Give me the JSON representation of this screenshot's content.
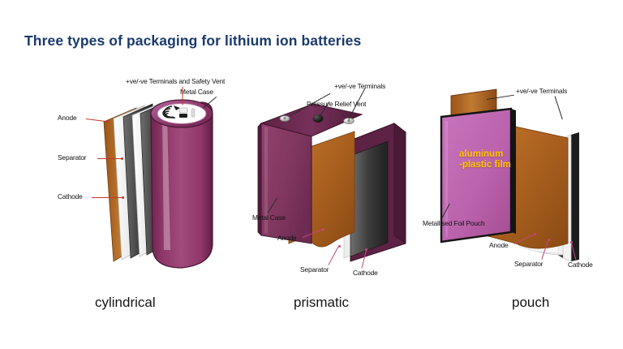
{
  "page": {
    "title": "Three types of packaging for lithium ion batteries",
    "background_color": "#ffffff",
    "title_color": "#1a3a6b"
  },
  "colors": {
    "magenta_body": "#8e3668",
    "magenta_light": "#a8518a",
    "orchid_film": "#c06ab4",
    "prismatic_face": "#8d3f6e",
    "prismatic_side": "#6e2b52",
    "copper": "#b5651f",
    "copper_light": "#c97a2e",
    "separator_white": "#efefef",
    "cathode_dark": "#2c2c2c",
    "leader_red": "#c0392b",
    "leader_pink": "#c4457f",
    "leader_dark": "#2b2b2b",
    "annotation_yellow": "#ffc400",
    "terminal_silver": "#d8d8d8"
  },
  "cylindrical": {
    "caption": "cylindrical",
    "labels": {
      "terminals": "+ve/-ve Terminals and Safety Vent",
      "metal_case": "Metal Case",
      "anode": "Anode",
      "separator": "Separator",
      "cathode": "Cathode"
    }
  },
  "prismatic": {
    "caption": "prismatic",
    "labels": {
      "terminals": "+ve/-ve Terminals",
      "pressure_relief_vent": "Pressure Relief Vent",
      "metal_case": "Metal Case",
      "anode": "Anode",
      "separator": "Separator",
      "cathode": "Cathode"
    }
  },
  "pouch": {
    "caption": "pouch",
    "labels": {
      "terminals": "+ve/-ve Terminals",
      "aluminum_plastic_film_line1": "aluminum",
      "aluminum_plastic_film_line2": "-plastic film",
      "metallised_foil_pouch": "Metallised Foil Pouch",
      "anode": "Anode",
      "separator": "Separator",
      "cathode": "Cathode"
    }
  }
}
